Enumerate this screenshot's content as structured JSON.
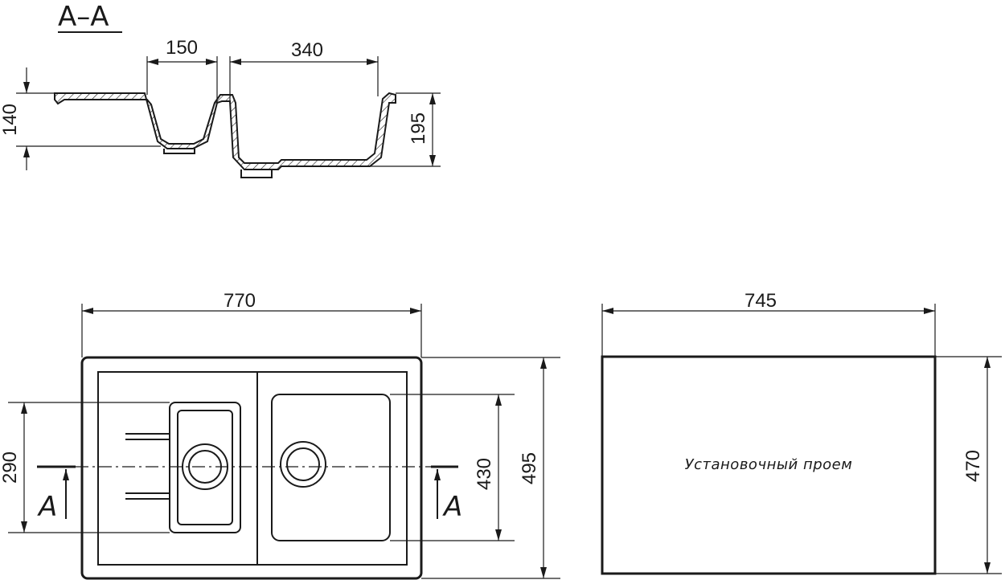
{
  "section_title": "A–A",
  "section_view": {
    "dim_small_bowl_width": "150",
    "dim_large_bowl_width": "340",
    "dim_small_bowl_depth": "140",
    "dim_large_bowl_depth": "195"
  },
  "top_view": {
    "dim_overall_width": "770",
    "dim_overall_height": "495",
    "dim_large_bowl_height": "430",
    "dim_small_bowl_height": "290",
    "section_marker_left": "A",
    "section_marker_right": "A"
  },
  "cutout_view": {
    "dim_width": "745",
    "dim_height": "470",
    "label": "Установочный проем"
  }
}
